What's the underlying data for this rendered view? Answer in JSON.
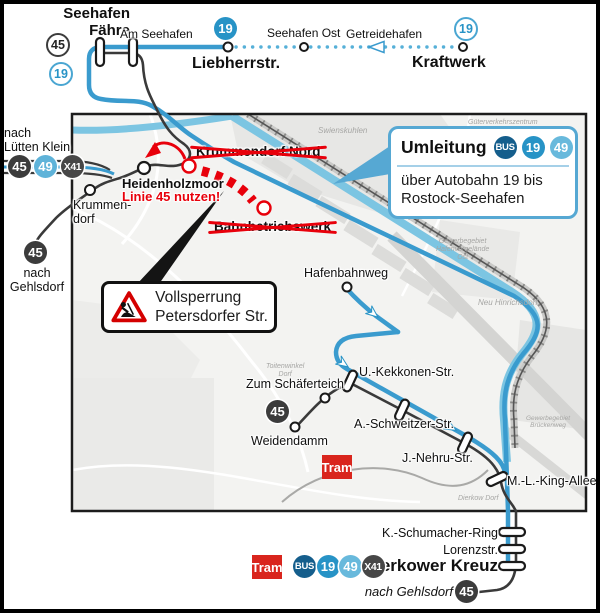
{
  "colors": {
    "line19_blue": "#2793c6",
    "line49_blue": "#5fb3d9",
    "bus_navy": "#155e8c",
    "dark_badge": "#3c3c3c",
    "x41_badge": "#474747",
    "tram_red": "#d9251d",
    "closure_red": "#e8000b",
    "route_cyan": "#7cc5e2",
    "umleitung_border": "#56a8d3"
  },
  "top": {
    "terminal_line1": "Seehafen",
    "terminal_line2": "Fähre",
    "badge45": "45",
    "badge19": "19",
    "am_seehafen": "Am Seehafen",
    "line19_badge": "19",
    "liebherrstr": "Liebherrstr.",
    "seehafen_ost": "Seehafen Ost",
    "getreidehafen": "Getreidehafen",
    "kraftwerk_badge19": "19",
    "kraftwerk": "Kraftwerk"
  },
  "left": {
    "nach_line1": "nach",
    "nach_line2": "Lütten Klein",
    "badge45": "45",
    "badge49": "49",
    "badgeX41": "X41",
    "krummendorf_line1": "Krummen-",
    "krummendorf_line2": "dorf",
    "badge45_south": "45",
    "gehlsdorf_line1": "nach",
    "gehlsdorf_line2": "Gehlsdorf"
  },
  "closure": {
    "krummendorf_nord": "Krummendorf Nord",
    "bahnbetriebswerk": "Bahnbetriebswerk",
    "heidenholzmoor": "Heidenholzmoor",
    "linie45_nutzen": "Linie 45 nutzen!",
    "vollsperrung": "Vollsperrung",
    "petersdorfer": "Petersdorfer Str."
  },
  "umleitung": {
    "title": "Umleitung",
    "bus": "BUS",
    "l19": "19",
    "l49": "49",
    "text1": "über  Autobahn 19 bis",
    "text2": "Rostock-Seehafen"
  },
  "south": {
    "hafenbahnweg": "Hafenbahnweg",
    "zum_schaeferteich": "Zum Schäferteich",
    "badge45": "45",
    "weidendamm": "Weidendamm",
    "u_kekkonen": "U.-Kekkonen-Str.",
    "a_schweitzer": "A.-Schweitzer-Str.",
    "tram": "Tram",
    "j_nehru": "J.-Nehru-Str.",
    "ml_king": "M.-L.-King-Allee"
  },
  "bottom": {
    "k_schumacher": "K.-Schumacher-Ring",
    "lorenzstr": "Lorenzstr.",
    "tram": "Tram",
    "bus": "BUS",
    "l19": "19",
    "l49": "49",
    "x41": "X41",
    "dierkower_kreuz": "Dierkower Kreuz",
    "nach_gehlsdorf": "nach Gehlsdorf",
    "badge45": "45"
  },
  "map_labels": {
    "swienskuhlen": "Swienskuhlen",
    "gueterverkehrszentrum": "Güterverkehrszentrum",
    "gewerbe_line1": "Gewerbegebiet",
    "gewerbe_line2": "Hafenvorgelände",
    "gewerbe_line3": "Ost",
    "neu_hinrichsdorf": "Neu Hinrichsdorf",
    "toitenwinkel_line1": "Toitenwinkel",
    "toitenwinkel_line2": "Dorf",
    "dierkow_dorf": "Dierkow Dorf",
    "brueckenweg_line1": "Gewerbegebiet",
    "brueckenweg_line2": "Brückenweg"
  }
}
